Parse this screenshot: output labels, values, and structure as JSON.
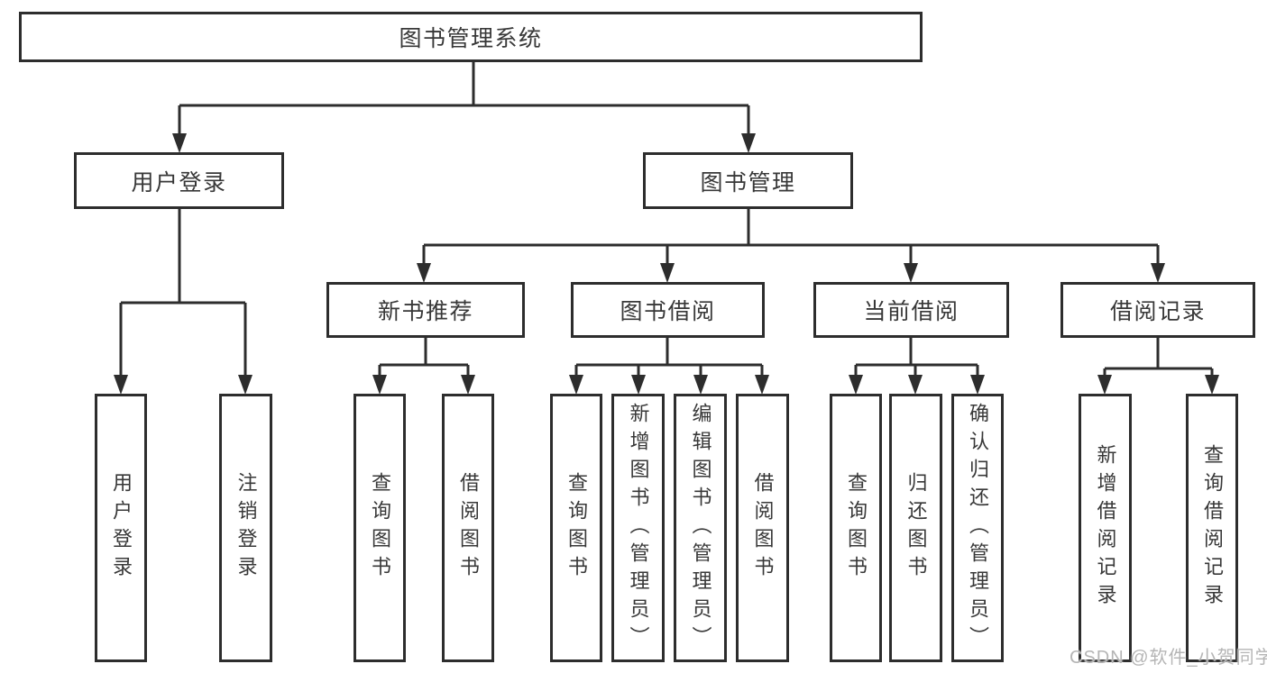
{
  "tree": {
    "root": {
      "label": "图书管理系统",
      "children": [
        {
          "label": "用户登录",
          "children": [
            {
              "label": "用户登录"
            },
            {
              "label": "注销登录"
            }
          ]
        },
        {
          "label": "图书管理",
          "children": [
            {
              "label": "新书推荐",
              "children": [
                {
                  "label": "查询图书"
                },
                {
                  "label": "借阅图书"
                }
              ]
            },
            {
              "label": "图书借阅",
              "children": [
                {
                  "label": "查询图书"
                },
                {
                  "label": "新增图书（管理员）"
                },
                {
                  "label": "编辑图书（管理员）"
                },
                {
                  "label": "借阅图书"
                }
              ]
            },
            {
              "label": "当前借阅",
              "children": [
                {
                  "label": "查询图书"
                },
                {
                  "label": "归还图书"
                },
                {
                  "label": "确认归还（管理员）"
                }
              ]
            },
            {
              "label": "借阅记录",
              "children": [
                {
                  "label": "新增借阅记录"
                },
                {
                  "label": "查询借阅记录"
                }
              ]
            }
          ]
        }
      ]
    }
  },
  "watermark": "CSDN @软件_小贺同学",
  "colors": {
    "line": "#2d2d2d",
    "text": "#383838",
    "watermark": "#b5b5b5",
    "background": "#ffffff"
  }
}
